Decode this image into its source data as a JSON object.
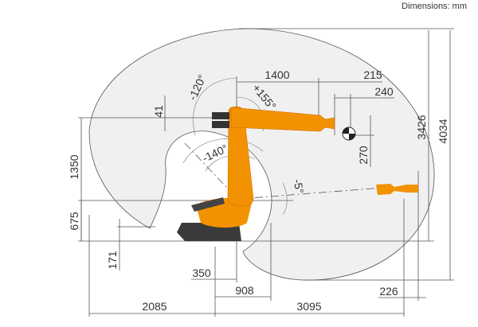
{
  "header": {
    "units_label": "Dimensions: mm"
  },
  "dimensions": {
    "d1400": "1400",
    "d215": "215",
    "d240": "240",
    "d41": "41",
    "d270": "270",
    "d3426": "3426",
    "d4034": "4034",
    "d1350": "1350",
    "d675": "675",
    "d171": "171",
    "d350": "350",
    "d908": "908",
    "d226": "226",
    "d2085": "2085",
    "d3095": "3095"
  },
  "angles": {
    "a_neg120": "-120°",
    "a_pos155": "+155°",
    "a_neg140": "-140°",
    "a_neg5": "-5°"
  },
  "colors": {
    "robot": "#f39200",
    "robot_dark": "#c86f00",
    "base": "#3a3a3a",
    "workspace": "#f0f0f0"
  }
}
